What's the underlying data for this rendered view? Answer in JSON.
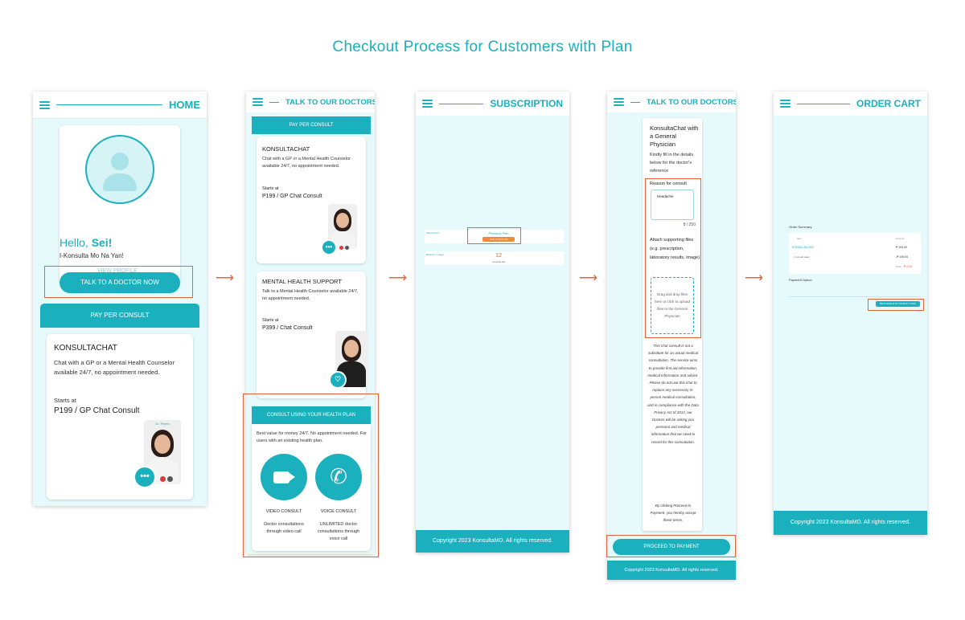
{
  "title": "Checkout Process for Customers with Plan",
  "arrow_symbol": "⟶",
  "screen1": {
    "header": "HOME",
    "greeting": "Hello, ",
    "name": "Sei!",
    "tagline": "I-Konsulta Mo Na Yan!",
    "view_profile": "VIEW PROFILE",
    "talk_button": "TALK TO A DOCTOR NOW",
    "ppc_header": "PAY PER CONSULT",
    "card_title": "KONSULTACHAT",
    "card_desc": "Chat with a GP or a Mental Health Counselor available 24/7, no appointment needed.",
    "starts_at": "Starts at",
    "price": "P199 / GP Chat Consult",
    "photo_label": "Dr. Reyes"
  },
  "screen2": {
    "header": "TALK TO OUR DOCTORS",
    "ppc_header": "PAY PER CONSULT",
    "card1_title": "KONSULTACHAT",
    "card1_desc": "Chat with a GP or a Mental Health Counselor available 24/7, no appointment needed.",
    "card1_starts": "Starts at",
    "card1_price": "P199 / GP Chat Consult",
    "card2_title": "MENTAL HEALTH SUPPORT",
    "card2_desc": "Talk to a Mental Health Counselor available 24/7, no appointment needed.",
    "card2_starts": "Starts at",
    "card2_price": "P399 / Chat Consult",
    "plan_header": "CONSULT USING YOUR HEALTH PLAN",
    "plan_desc": "Best value for money 24/7. No appointment needed. For users with an existing health plan.",
    "video_label": "VIDEO CONSULT",
    "video_desc": "Doctor consultations through video call",
    "voice_label": "VOICE CONSULT",
    "voice_desc": "UNLIMITED doctor consultations through voice call"
  },
  "screen3": {
    "header": "SUBSCRIPTION",
    "row1_label": "Subscription",
    "plan_name": "Personal Plan",
    "plan_button": "USE THIS PLAN",
    "row2_label": "Balance / Usage",
    "usage_count": "12",
    "usage_caption": "consults left",
    "footer": "Copyright 2023 KonsultaMD. All rights reserved."
  },
  "screen4": {
    "header": "TALK TO OUR DOCTORS",
    "title": "KonsultaChat with a General Physician",
    "subtitle": "Kindly fill in the details below for the doctor's reference",
    "reason_label": "Reason for consult",
    "reason_value": "Headache",
    "char_count": "8 / 250",
    "attach_label": "Attach supporting files (e.g. prescription, laboratory results, image)",
    "upload_text": "Drag and drop files here or click to upload files to the General Physician",
    "disclaimer": "This chat consult is not a substitute for an actual medical consultation. The service aims to provide first aid information, medical information and advice. Please do not use this chat to replace any necessary in-person medical consultation, and in compliance with the Data Privacy Act of 2012, our Doctors will be asking you personal and medical information that we need to record for this consultation.",
    "agree_text": "By clicking Proceed to Payment, you hereby accept these terms.",
    "proceed_button": "PROCEED TO PAYMENT",
    "footer": "Copyright 2023 KonsultaMD. All rights reserved."
  },
  "screen5": {
    "header": "ORDER CART",
    "summary_label": "Order Summary",
    "col_item": "Item",
    "col_amount": "Amount",
    "item_name": "KONSULTACHAT",
    "item_price": "₱ 199.00",
    "discount_label": "1 consult used",
    "discount_value": "-₱ 199.00",
    "total_label": "Total",
    "total_value": "₱ 0.00",
    "payment_label": "Payment Option",
    "proceed_button": "PROCEED AND CONSULT NOW",
    "footer": "Copyright 2023 KonsultaMD. All rights reserved."
  },
  "colors": {
    "teal": "#1ab0bd",
    "light_teal_bg": "#e6f9fb",
    "highlight_red": "#e8623a",
    "orange_button": "#f08a3c"
  }
}
